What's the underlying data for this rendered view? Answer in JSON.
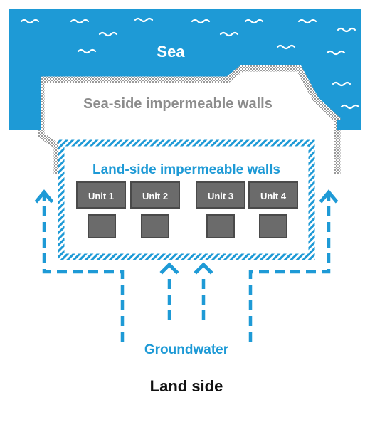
{
  "labels": {
    "sea": "Sea",
    "sea_side_walls": "Sea-side impermeable walls",
    "land_side_walls": "Land-side impermeable walls",
    "groundwater": "Groundwater",
    "land_side": "Land side"
  },
  "units": [
    {
      "label": "Unit 1"
    },
    {
      "label": "Unit 2"
    },
    {
      "label": "Unit 3"
    },
    {
      "label": "Unit 4"
    }
  ],
  "colors": {
    "sea": "#1e9ad6",
    "wave": "#ffffff",
    "sea_wall_hatch": "#9a9a9a",
    "land_wall_hatch": "#1e9ad6",
    "unit_fill": "#6b6b6b",
    "unit_border": "#4a4a4a",
    "unit_text": "#ffffff",
    "arrow": "#1e9ad6",
    "label_gray": "#8c8c8c",
    "label_blue": "#1e9ad6",
    "label_black": "#111111"
  },
  "icons": {
    "wave": "wave-icon",
    "arrow": "dashed-arrow-icon"
  }
}
